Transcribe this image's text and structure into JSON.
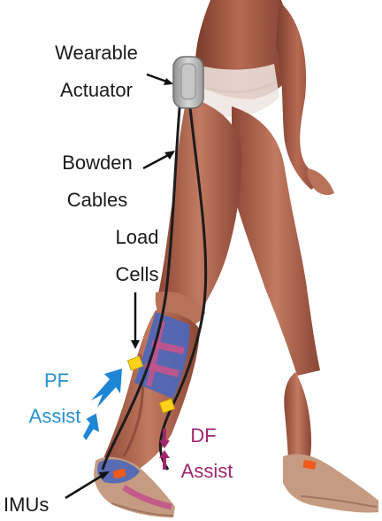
{
  "labels": {
    "wearable": "Wearable",
    "actuator": "Actuator",
    "bowden": "Bowden",
    "cables": "Cables",
    "load": "Load",
    "cells": "Cells",
    "pf": "PF",
    "pf_assist": "Assist",
    "df": "DF",
    "df_assist": "Assist",
    "imus": "IMUs"
  },
  "colors": {
    "pf_label": "#2a8fd0",
    "df_label": "#a0266e",
    "pf_arrow": "#1f86d6",
    "df_arrow": "#a0266e",
    "muscle": "#a35a45",
    "skin": "#e3c2a8",
    "brace_blue": "#4d67b8",
    "brace_pink": "#c4548c",
    "load_cell": "#ffd21e",
    "imu": "#f05a1c",
    "actuator_body": "#b4b4b4",
    "cable": "#1c1c1c"
  }
}
